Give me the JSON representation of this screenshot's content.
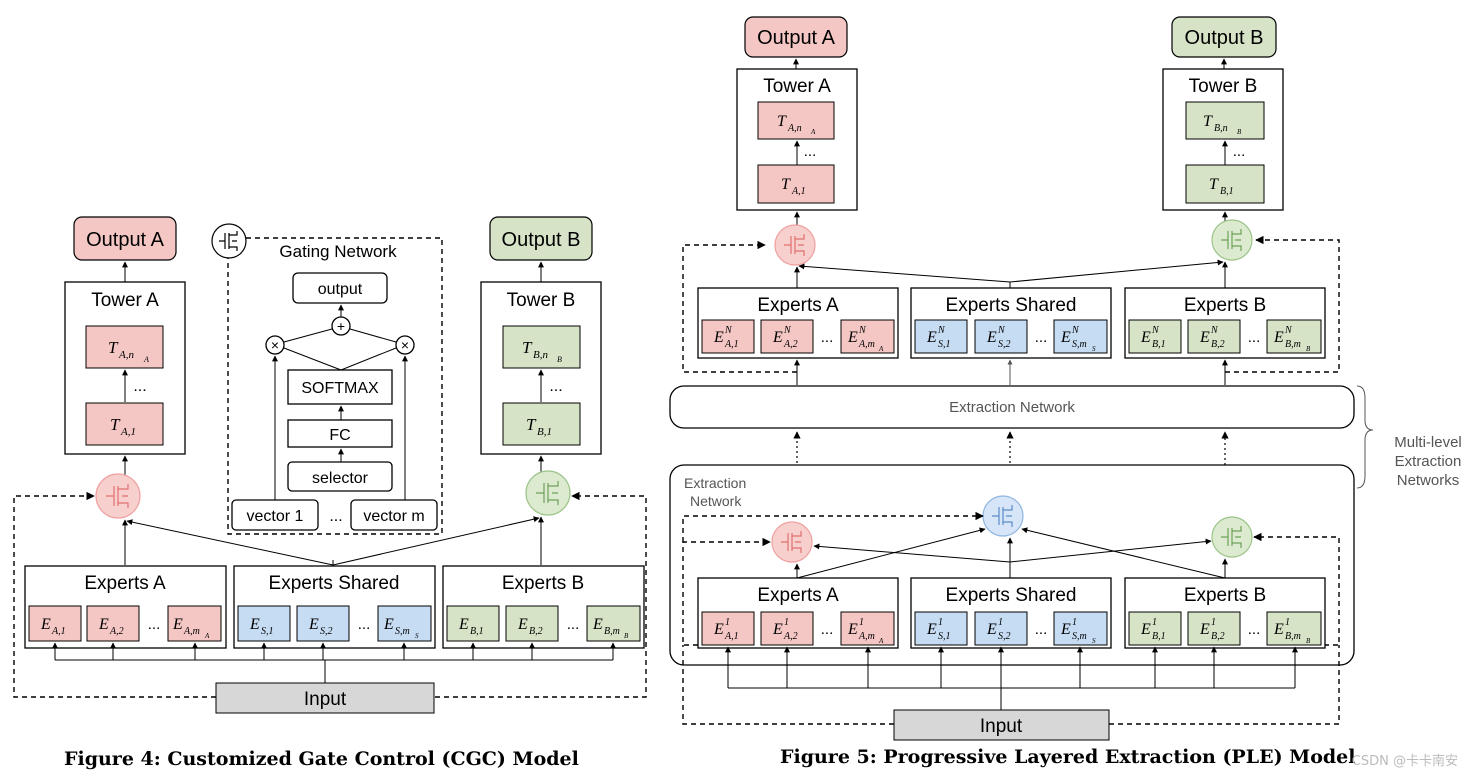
{
  "cgc": {
    "output_a": "Output A",
    "output_b": "Output B",
    "tower_a": "Tower A",
    "tower_b": "Tower B",
    "t_a_top": "T",
    "t_a_top_sub": "A,n",
    "t_a_top_subsub": "A",
    "t_a_bottom": "T",
    "t_a_bottom_sub": "A,1",
    "t_b_top": "T",
    "t_b_top_sub": "B,n",
    "t_b_top_subsub": "B",
    "t_b_bottom": "T",
    "t_b_bottom_sub": "B,1",
    "ellipsis": "...",
    "gating_title": "Gating Network",
    "output": "output",
    "plus": "+",
    "times": "×",
    "softmax": "SOFTMAX",
    "fc": "FC",
    "selector": "selector",
    "vector_1": "vector 1",
    "vector_m": "vector m",
    "experts_a": "Experts A",
    "experts_shared": "Experts Shared",
    "experts_b": "Experts B",
    "e": "E",
    "ea1": "A,1",
    "ea2": "A,2",
    "eam": "A,m",
    "eam_sub": "A",
    "es1": "S,1",
    "es2": "S,2",
    "esm": "S,m",
    "esm_sub": "S",
    "eb1": "B,1",
    "eb2": "B,2",
    "ebm": "B,m",
    "ebm_sub": "B",
    "input": "Input",
    "caption": "Figure 4: Customized Gate Control (CGC) Model"
  },
  "ple": {
    "output_a": "Output A",
    "output_b": "Output B",
    "tower_a": "Tower A",
    "tower_b": "Tower B",
    "experts_a": "Experts A",
    "experts_shared": "Experts Shared",
    "experts_b": "Experts B",
    "sup_n": "N",
    "sup_1": "1",
    "extraction_network": "Extraction Network",
    "extraction_network_inner_1": "Extraction",
    "extraction_network_inner_2": "Network",
    "multi_level_1": "Multi-level",
    "multi_level_2": "Extraction",
    "multi_level_3": "Networks",
    "input": "Input",
    "caption": "Figure 5: Progressive Layered Extraction (PLE) Model",
    "watermark": "CSDN @卡卡南安"
  },
  "colors": {
    "expert_a": "#f4c7c5",
    "expert_shared": "#c6dcf3",
    "expert_b": "#d6e3c7",
    "input": "#d7d7d7"
  },
  "icons": {
    "gate": "gate-icon"
  }
}
